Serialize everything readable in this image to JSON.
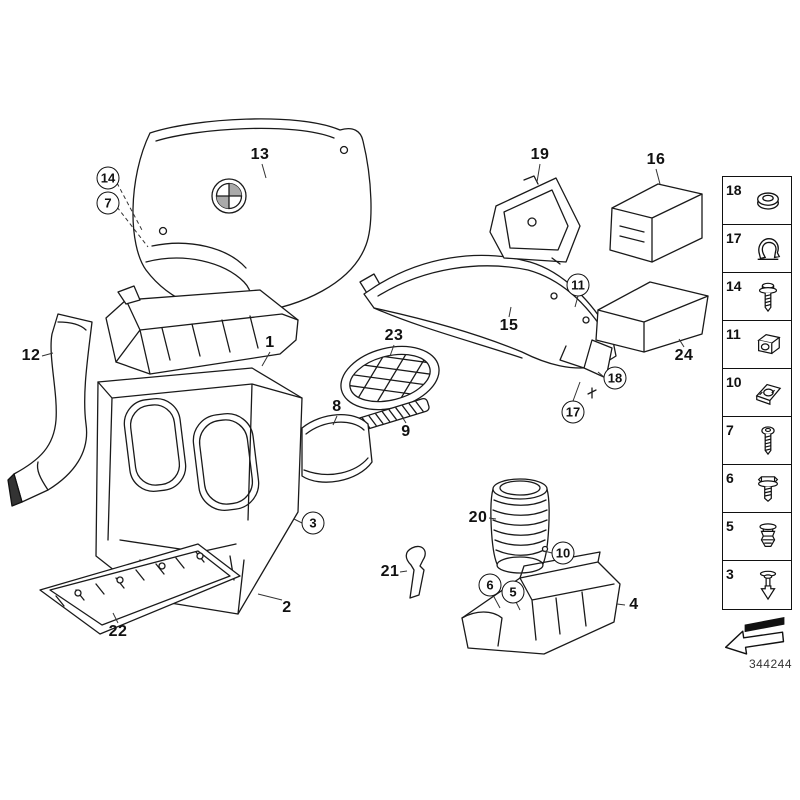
{
  "diagram": {
    "number": "344244"
  },
  "callouts": [
    {
      "text": "13",
      "circled": false
    },
    {
      "text": "14",
      "circled": true
    },
    {
      "text": "7",
      "circled": true
    },
    {
      "text": "19",
      "circled": false
    },
    {
      "text": "16",
      "circled": false
    },
    {
      "text": "12",
      "circled": false
    },
    {
      "text": "1",
      "circled": false
    },
    {
      "text": "23",
      "circled": false
    },
    {
      "text": "15",
      "circled": false
    },
    {
      "text": "11",
      "circled": true
    },
    {
      "text": "8",
      "circled": false
    },
    {
      "text": "9",
      "circled": false
    },
    {
      "text": "24",
      "circled": false
    },
    {
      "text": "18",
      "circled": true
    },
    {
      "text": "17",
      "circled": true
    },
    {
      "text": "3",
      "circled": true
    },
    {
      "text": "20",
      "circled": false
    },
    {
      "text": "10",
      "circled": true
    },
    {
      "text": "21",
      "circled": false
    },
    {
      "text": "6",
      "circled": true
    },
    {
      "text": "5",
      "circled": true
    },
    {
      "text": "2",
      "circled": false
    },
    {
      "text": "4",
      "circled": false
    },
    {
      "text": "22",
      "circled": false
    }
  ],
  "legend": {
    "items": [
      {
        "number": "18",
        "icon": "grommet"
      },
      {
        "number": "17",
        "icon": "clamp"
      },
      {
        "number": "14",
        "icon": "screw-washer"
      },
      {
        "number": "11",
        "icon": "clip-nut"
      },
      {
        "number": "10",
        "icon": "speed-nut"
      },
      {
        "number": "7",
        "icon": "torx-screw"
      },
      {
        "number": "6",
        "icon": "hex-bolt"
      },
      {
        "number": "5",
        "icon": "expanding-plug"
      },
      {
        "number": "3",
        "icon": "expanding-rivet"
      }
    ]
  }
}
